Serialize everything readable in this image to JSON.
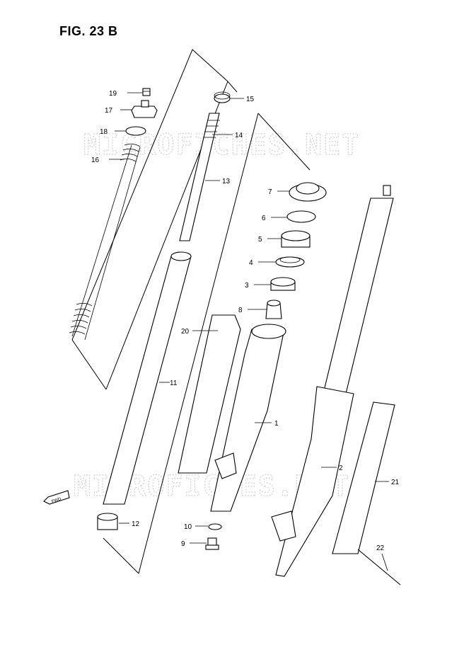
{
  "figure": {
    "title": "FIG. 23 B"
  },
  "watermark": {
    "text": "MICROFICHES.NET"
  },
  "fwd_badge": {
    "text": "FWD"
  },
  "parts": [
    {
      "no": "1"
    },
    {
      "no": "2"
    },
    {
      "no": "3"
    },
    {
      "no": "4"
    },
    {
      "no": "5"
    },
    {
      "no": "6"
    },
    {
      "no": "7"
    },
    {
      "no": "8"
    },
    {
      "no": "9"
    },
    {
      "no": "10"
    },
    {
      "no": "11"
    },
    {
      "no": "12"
    },
    {
      "no": "13"
    },
    {
      "no": "14"
    },
    {
      "no": "15"
    },
    {
      "no": "16"
    },
    {
      "no": "17"
    },
    {
      "no": "18"
    },
    {
      "no": "19"
    },
    {
      "no": "20"
    },
    {
      "no": "21"
    },
    {
      "no": "22"
    }
  ]
}
